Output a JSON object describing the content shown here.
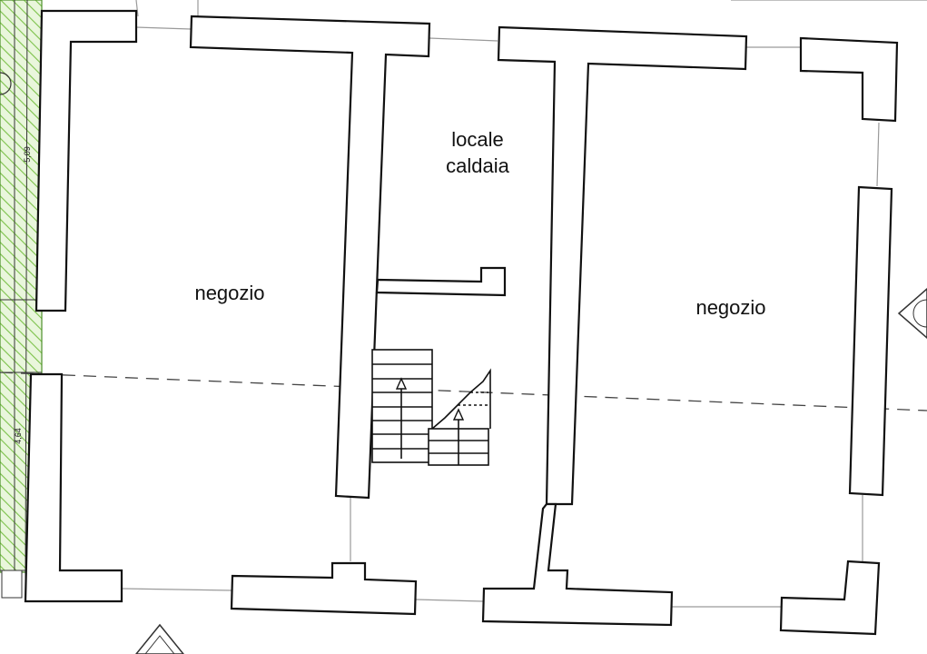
{
  "rooms": {
    "left_shop": "negozio",
    "boiler_room_line1": "locale",
    "boiler_room_line2": "caldaia",
    "right_shop": "negozio"
  },
  "dimensions": {
    "upper": "5,09",
    "lower": "4,64"
  },
  "colors": {
    "wall_stroke": "#111111",
    "hatch_green": "#7cc24a",
    "axis_line": "#444444"
  }
}
